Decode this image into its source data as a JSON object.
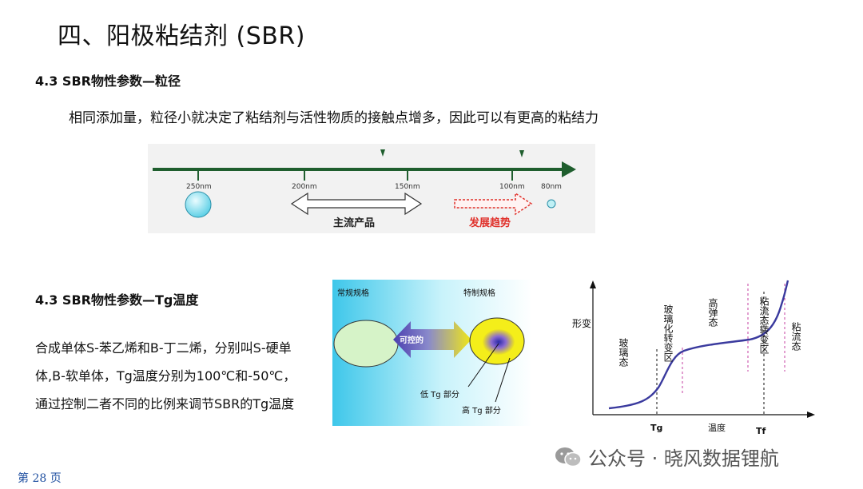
{
  "title": "四、阳极粘结剂 (SBR)",
  "section1": {
    "heading": "4.3 SBR物性参数—粒径",
    "intro": "相同添加量，粒径小就决定了粘结剂与活性物质的接触点增多，因此可以有更高的粘结力",
    "axis_ticks": [
      "250nm",
      "200nm",
      "150nm",
      "100nm",
      "80nm"
    ],
    "mainstream_label": "主流产品",
    "trend_label": "发展趋势"
  },
  "section2": {
    "heading": "4.3 SBR物性参数—Tg温度",
    "body": "合成单体S-苯乙烯和B-丁二烯，分别叫S-硬单体,B-软单体，Tg温度分别为100℃和-50℃，通过控制二者不同的比例来调节SBR的Tg温度",
    "diagram": {
      "regular_spec": "常规规格",
      "special_spec": "特制规格",
      "controllable": "可控的",
      "low_tg": "低 Tg 部分",
      "high_tg": "高 Tg 部分"
    },
    "curve": {
      "y_label": "形变",
      "regions": [
        "玻璃态",
        "玻璃化转变区",
        "高弹态",
        "粘流态转变区",
        "粘流态"
      ],
      "x_label": "温度",
      "tg": "Tg",
      "tf": "Tf"
    }
  },
  "footer": {
    "page": "第 28 页"
  },
  "watermark": {
    "text": "公众号 · 晓风数据锂航"
  },
  "colors": {
    "axis_green": "#1f5e2e",
    "trend_red": "#e0312b",
    "curve_blue": "#3a3a9e",
    "page_blue": "#1f4fa0"
  }
}
